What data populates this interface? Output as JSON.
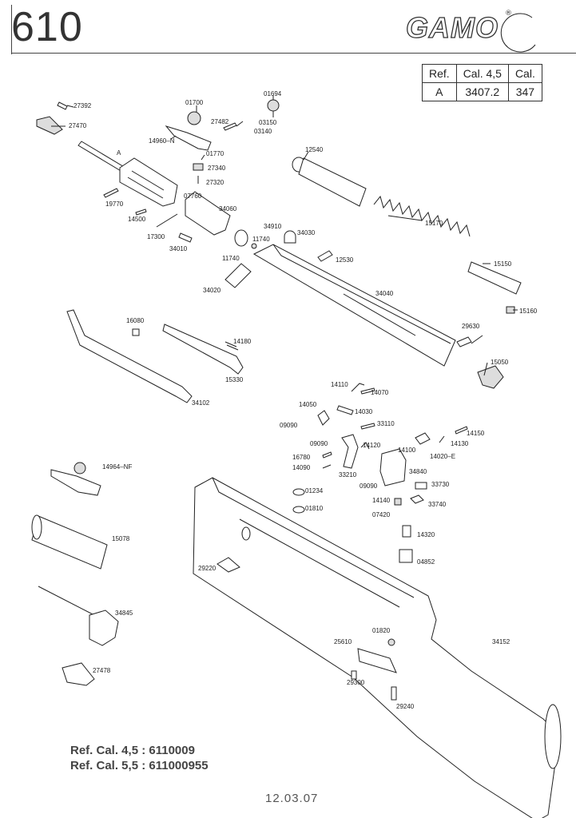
{
  "header": {
    "model_number": "610",
    "brand": "GAMO",
    "registered_mark": "®"
  },
  "ref_table": {
    "headers": [
      "Ref.",
      "Cal. 4,5",
      "Cal."
    ],
    "rows": [
      [
        "A",
        "3407.2",
        "347"
      ]
    ]
  },
  "part_labels": [
    "27392",
    "27470",
    "01700",
    "27482",
    "01694",
    "03150",
    "03140",
    "14960–N",
    "01770",
    "27340",
    "27320",
    "A",
    "07760",
    "34060",
    "19770",
    "14500",
    "17300",
    "34010",
    "34910",
    "11740",
    "34030",
    "11740",
    "12530",
    "34020",
    "34040",
    "12540",
    "15170",
    "15150",
    "15160",
    "16080",
    "14180",
    "15330",
    "34102",
    "29630",
    "15050",
    "14110",
    "14070",
    "14050",
    "14030",
    "09090",
    "33110",
    "09090",
    "14120",
    "16780",
    "14090",
    "33210",
    "09090",
    "14100",
    "14150",
    "14130",
    "14020–E",
    "34840",
    "33730",
    "33740",
    "14140",
    "07420",
    "01234",
    "01810",
    "14320",
    "04852",
    "14964–NF",
    "15078",
    "29220",
    "34845",
    "27478",
    "25610",
    "01820",
    "34152",
    "29300",
    "29240"
  ],
  "footer": {
    "ref_45": "Ref. Cal. 4,5 : 6110009",
    "ref_55": "Ref. Cal. 5,5 : 611000955",
    "date": "12.03.07"
  },
  "colors": {
    "ink": "#222222",
    "paper": "#ffffff"
  }
}
